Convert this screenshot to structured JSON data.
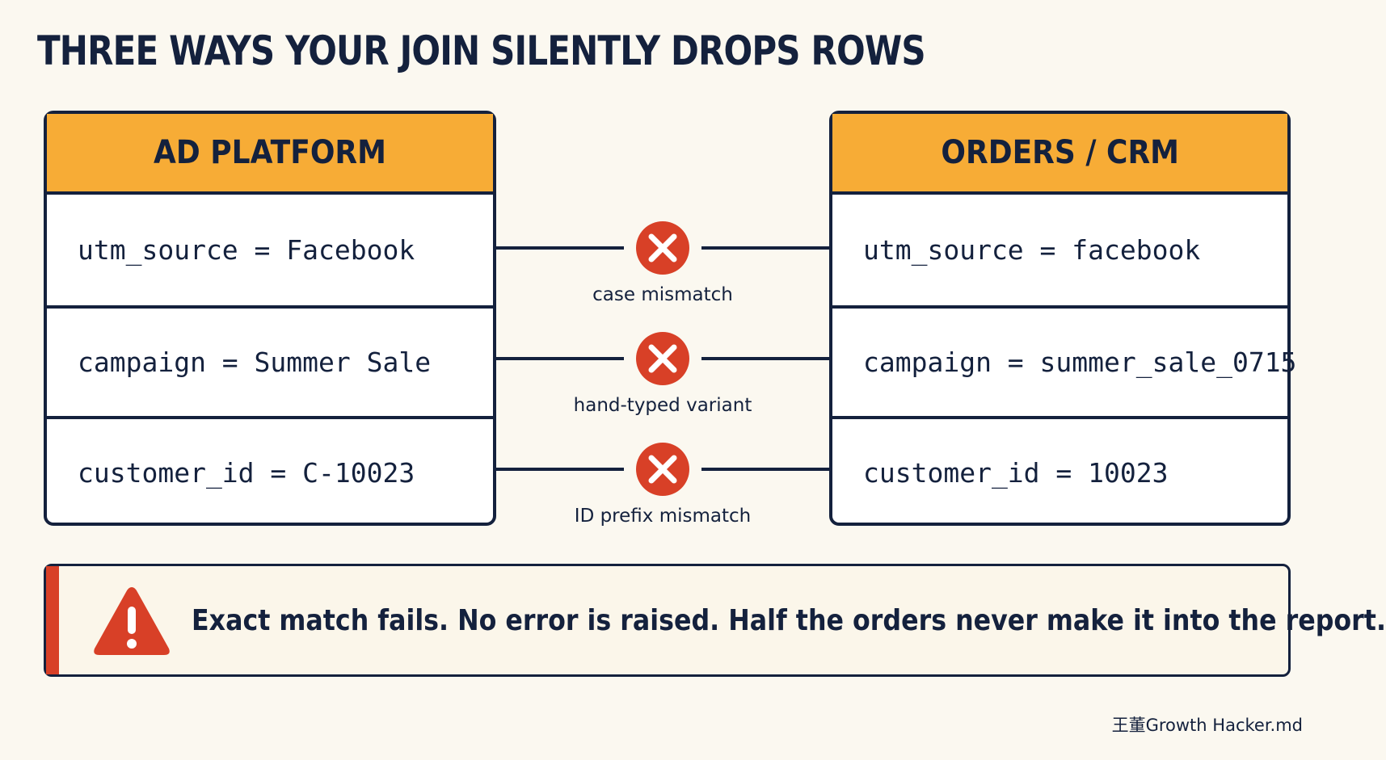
{
  "title": "THREE WAYS YOUR JOIN SILENTLY DROPS ROWS",
  "left_table": {
    "header": "AD PLATFORM",
    "rows": [
      "utm_source = Facebook",
      "campaign = Summer Sale",
      "customer_id = C-10023"
    ]
  },
  "right_table": {
    "header": "ORDERS / CRM",
    "rows": [
      "utm_source = facebook",
      "campaign = summer_sale_0715",
      "customer_id = 10023"
    ]
  },
  "connectors": [
    {
      "label": "case mismatch",
      "icon": "x-circle-icon"
    },
    {
      "label": "hand-typed variant",
      "icon": "x-circle-icon"
    },
    {
      "label": "ID prefix mismatch",
      "icon": "x-circle-icon"
    }
  ],
  "banner": {
    "icon": "warning-triangle-icon",
    "text": "Exact match fails. No error is raised. Half the orders never make it into the report."
  },
  "footer": "王董Growth Hacker.md",
  "colors": {
    "background": "#fbf8f0",
    "navy": "#14213d",
    "header_orange": "#f7ac36",
    "error_red": "#d84027"
  }
}
